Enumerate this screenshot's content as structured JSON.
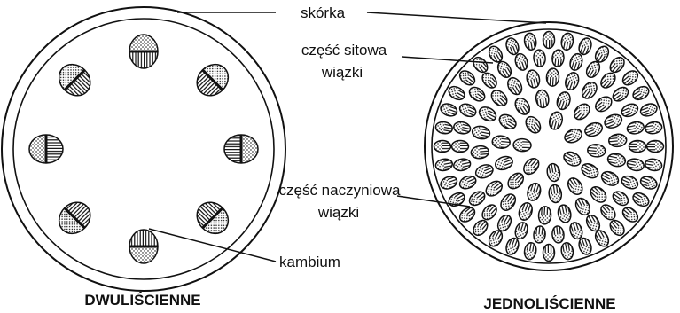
{
  "labels": {
    "skin": "skórka",
    "phloem_line1": "część sitowa",
    "phloem_line2": "wiązki",
    "xylem_line1": "część naczyniowa",
    "xylem_line2": "wiązki",
    "cambium": "kambium"
  },
  "captions": {
    "dicots": "DWULIŚCIENNE",
    "monocots": "JEDNOLIŚCIENNE"
  },
  "colors": {
    "ink": "#111111",
    "background": "#ffffff"
  }
}
